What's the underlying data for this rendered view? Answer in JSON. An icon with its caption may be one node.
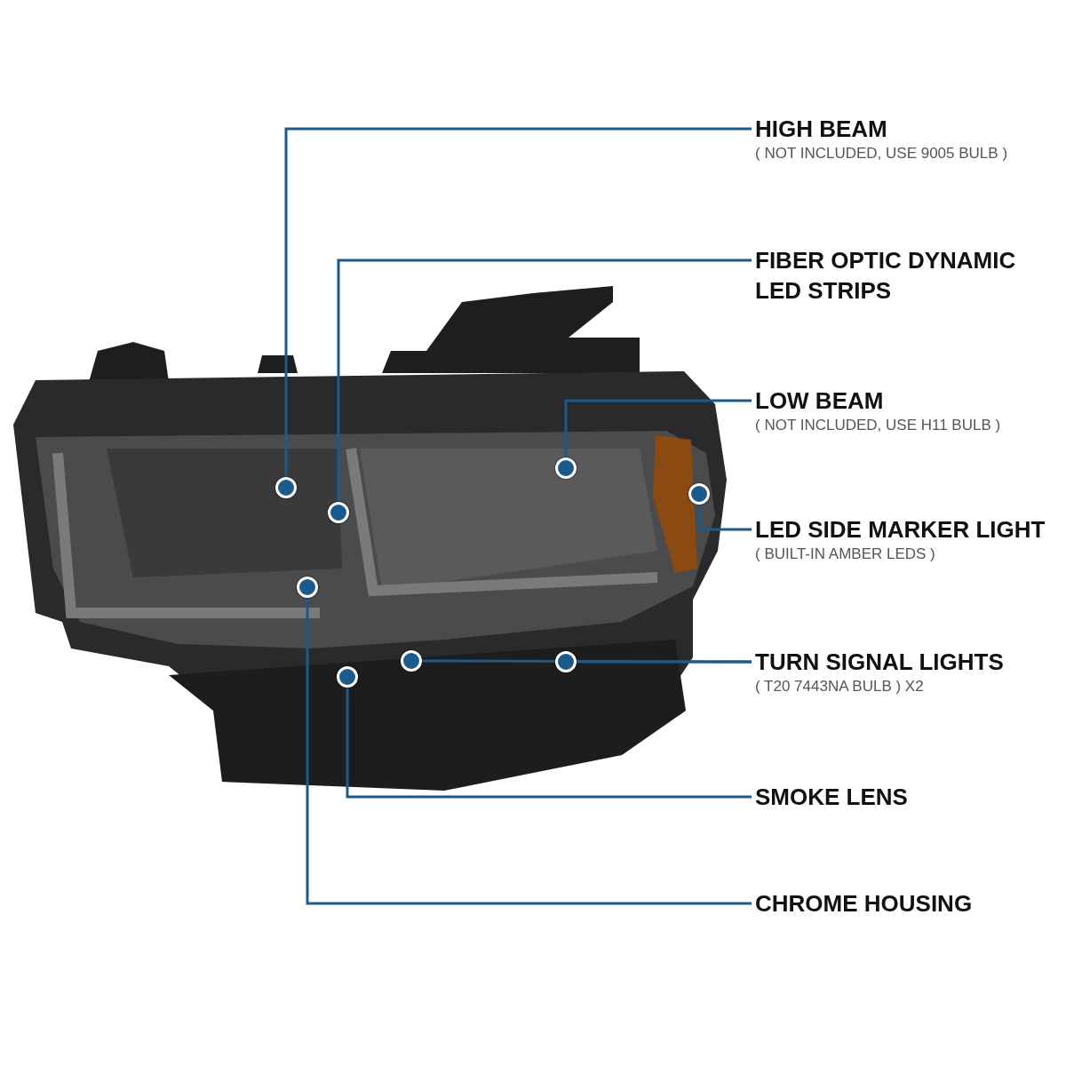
{
  "diagram": {
    "nodes": [
      {
        "text": [
          "HIGH BEAM",
          "( NOT INCLUDED, USE 9005 BULB )"
        ]
      },
      {
        "text": [
          "FIBER OPTIC DYNAMIC LED STRIPS"
        ]
      },
      {
        "text": [
          "LOW BEAM",
          "( NOT INCLUDED, USE H11 BULB )"
        ]
      },
      {
        "text": [
          "LED SIDE MARKER LIGHT",
          "( BUILT-IN AMBER LEDS )"
        ]
      },
      {
        "text": [
          "TURN SIGNAL LIGHTS",
          "( T20 7443NA BULB ) X2"
        ]
      },
      {
        "text": [
          "SMOKE LENS"
        ]
      },
      {
        "text": [
          "CHROME HOUSING"
        ]
      },
      {
        "text": [],
        "shape": "circle"
      },
      {
        "text": [],
        "shape": "circle"
      },
      {
        "text": [],
        "shape": "circle"
      },
      {
        "text": [],
        "shape": "circle"
      },
      {
        "text": [],
        "shape": "circle"
      },
      {
        "text": [],
        "shape": "circle"
      },
      {
        "text": [],
        "shape": "circle"
      },
      {
        "text": [],
        "shape": "circle"
      }
    ],
    "edges": [
      {
        "from": 0,
        "to": 8,
        "arrow": "none"
      },
      {
        "from": 1,
        "to": 10,
        "arrow": "none"
      },
      {
        "from": 2,
        "to": 7,
        "arrow": "none"
      },
      {
        "from": 3,
        "to": 9,
        "arrow": "none"
      },
      {
        "from": 4,
        "to": 12,
        "arrow": "none"
      },
      {
        "from": 4,
        "to": 13,
        "arrow": "none"
      },
      {
        "from": 5,
        "to": 14,
        "arrow": "none"
      },
      {
        "from": 6,
        "to": 11,
        "arrow": "none"
      }
    ]
  }
}
